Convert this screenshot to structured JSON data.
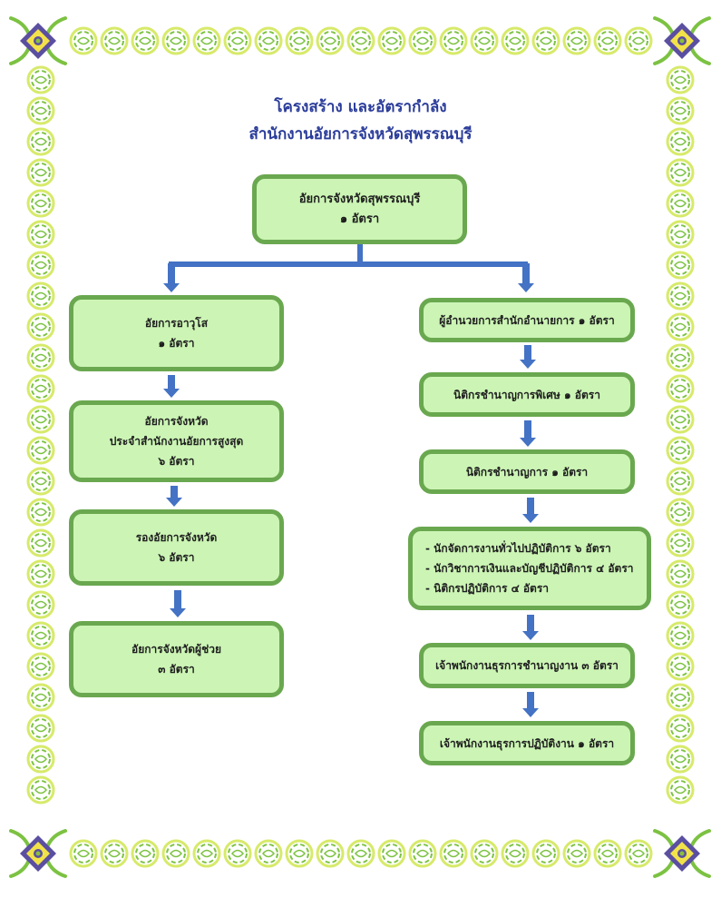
{
  "title": {
    "line1": "โครงสร้าง และอัตรากำลัง",
    "line2": "สำนักงานอัยการจังหวัดสุพรรณบุรี"
  },
  "top_box": {
    "line1": "อัยการจังหวัดสุพรรณบุรี",
    "line2": "๑  อัตรา"
  },
  "left_column": [
    {
      "line1": "อัยการอาวุโส",
      "line2": "๑  อัตรา"
    },
    {
      "line1": "อัยการจังหวัด",
      "line2": "ประจำสำนักงานอัยการสูงสุด",
      "line3": "๖  อัตรา"
    },
    {
      "line1": "รองอัยการจังหวัด",
      "line2": "๖  อัตรา"
    },
    {
      "line1": "อัยการจังหวัดผู้ช่วย",
      "line2": "๓  อัตรา"
    }
  ],
  "right_column": [
    {
      "line1": "ผู้อำนวยการสำนักอำนายการ ๑ อัตรา"
    },
    {
      "line1": "นิติกรชำนาญการพิเศษ  ๑  อัตรา"
    },
    {
      "line1": "นิติกรชำนาญการ  ๑  อัตรา"
    },
    {
      "line1": "- นักจัดการงานทั่วไปปฏิบัติการ ๖ อัตรา",
      "line2": "- นักวิชาการเงินและบัญชีปฏิบัติการ ๔ อัตรา",
      "line3": "- นิติกรปฏิบัติการ  ๔  อัตรา"
    },
    {
      "line1": "เจ้าพนักงานธุรการชำนาญงาน ๓ อัตรา"
    },
    {
      "line1": "เจ้าพนักงานธุรการปฏิบัติงาน ๑ อัตรา"
    }
  ],
  "colors": {
    "box_fill": "#ccf5b5",
    "box_border": "#6aa84f",
    "arrow": "#4472c4",
    "title": "#2a3c9a",
    "ornament_green": "#7cc242",
    "ornament_purple": "#5a4fa0",
    "ornament_yellow": "#f2e24a"
  }
}
